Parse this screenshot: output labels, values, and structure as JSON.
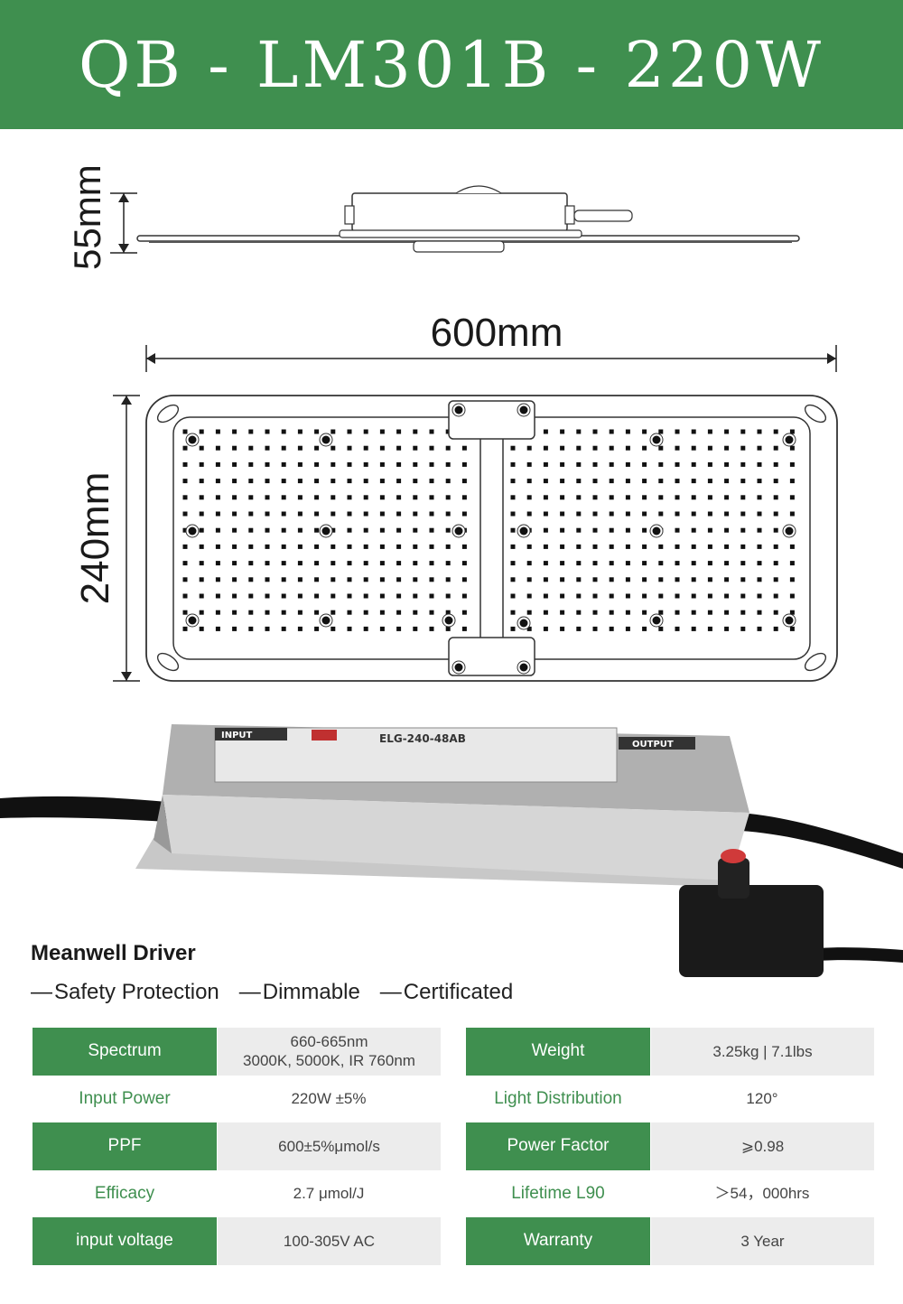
{
  "header": {
    "title": "QB - LM301B - 220W"
  },
  "dimensions": {
    "height": "55mm",
    "width": "600mm",
    "depth": "240mm"
  },
  "driver_photo": {
    "input_label": "INPUT",
    "model": "ELG-240-48AB",
    "output_label": "OUTPUT"
  },
  "driver": {
    "title": "Meanwell Driver",
    "features": [
      "Safety Protection",
      "Dimmable",
      "Certificated"
    ]
  },
  "specs_left": [
    {
      "label": "Spectrum",
      "value": "660-665nm\n3000K, 5000K, IR 760nm"
    },
    {
      "label": "Input Power",
      "value": "220W ±5%"
    },
    {
      "label": "PPF",
      "value": "600±5%μmol/s"
    },
    {
      "label": "Efficacy",
      "value": "2.7 μmol/J"
    },
    {
      "label": "input voltage",
      "value": "100-305V AC"
    }
  ],
  "specs_right": [
    {
      "label": "Weight",
      "value": "3.25kg | 7.1lbs"
    },
    {
      "label": "Light Distribution",
      "value": "120°"
    },
    {
      "label": "Power Factor",
      "value": "⩾0.98"
    },
    {
      "label": "Lifetime L90",
      "value": "＞54，000hrs"
    },
    {
      "label": "Warranty",
      "value": "3 Year"
    }
  ],
  "colors": {
    "accent": "#3f8f4f",
    "shade": "#ececec"
  }
}
